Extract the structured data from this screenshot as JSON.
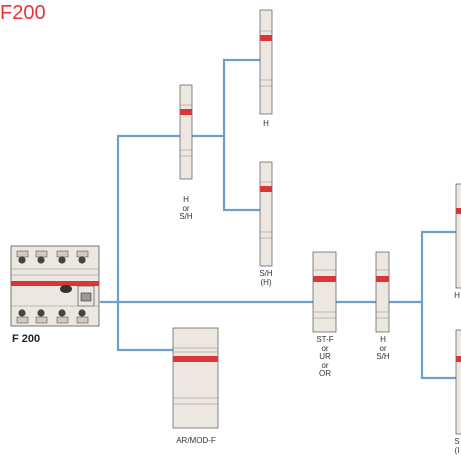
{
  "diagram_title": "F200",
  "main_device_label": "F 200",
  "colors": {
    "line": "#6fa0cc",
    "device_body": "#ece8e1",
    "device_shade": "#cfcac0",
    "red_stripe": "#d8373a",
    "outline": "#555555",
    "title": "#e8323c"
  },
  "labels": {
    "aux_h": "H",
    "aux_h_or_sh_top": "H\nor\nS/H",
    "aux_sh_h": "S/H\n(H)",
    "ar_mod_f": "AR/MOD-F",
    "st_f_ur_or": "ST-F\nor\nUR\nor\nOR",
    "aux_h_or_sh_mid": "H\nor\nS/H",
    "right_top_partial": "H",
    "right_bottom_partial": "S\n(I"
  }
}
